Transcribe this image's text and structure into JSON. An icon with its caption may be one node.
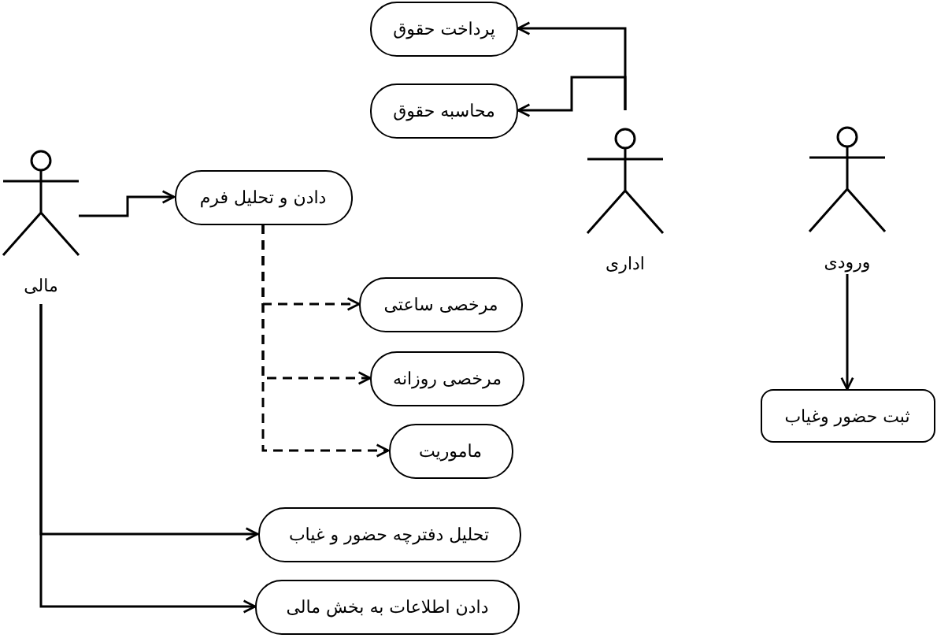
{
  "diagram": {
    "nodes": [
      {
        "text": [
          "مالی"
        ]
      },
      {
        "text": [
          "دادن و تحلیل فرم"
        ]
      },
      {
        "text": [
          "مرخصی ساعتی"
        ]
      },
      {
        "text": [
          "مرخصی روزانه"
        ]
      },
      {
        "text": [
          "ماموریت"
        ]
      },
      {
        "text": [
          "تحلیل دفترچه حضور و غیاب"
        ]
      },
      {
        "text": [
          "دادن اطلاعات به بخش مالی"
        ]
      },
      {
        "text": [
          "پرداخت حقوق"
        ]
      },
      {
        "text": [
          "محاسبه حقوق"
        ]
      },
      {
        "text": [
          "اداری"
        ]
      },
      {
        "text": [
          "ورودی"
        ]
      },
      {
        "text": [
          "ثبت حضور وغیاب"
        ]
      }
    ],
    "edges": [
      {
        "from": 0,
        "to": 1,
        "arrow": "to"
      },
      {
        "from": 1,
        "to": 2,
        "arrow": "to",
        "style": "dashed"
      },
      {
        "from": 1,
        "to": 3,
        "arrow": "to",
        "style": "dashed"
      },
      {
        "from": 1,
        "to": 4,
        "arrow": "to",
        "style": "dashed"
      },
      {
        "from": 0,
        "to": 5,
        "arrow": "to"
      },
      {
        "from": 0,
        "to": 6,
        "arrow": "to"
      },
      {
        "from": 9,
        "to": 7,
        "arrow": "to"
      },
      {
        "from": 9,
        "to": 8,
        "arrow": "to"
      },
      {
        "from": 10,
        "to": 11,
        "arrow": "to"
      }
    ]
  }
}
